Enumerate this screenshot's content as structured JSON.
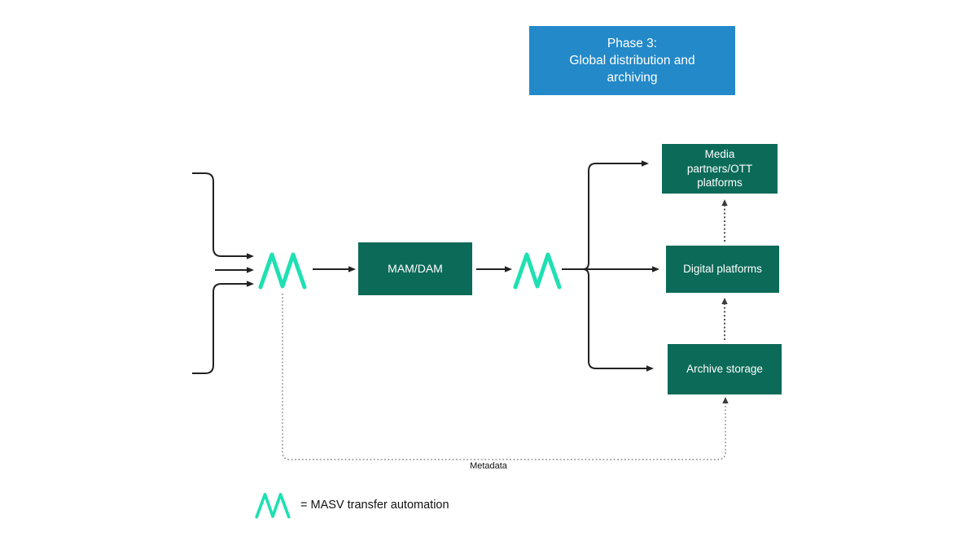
{
  "colors": {
    "header_blue": "#2389C9",
    "node_green": "#0C6A59",
    "masv_teal": "#1EE0B2",
    "line_dark": "#222222",
    "dotted_gray": "#8F8F8F",
    "text_white": "#FFFFFF",
    "text_black": "#111111"
  },
  "header": {
    "label": "Phase 3:\nGlobal distribution and\narchiving"
  },
  "nodes": {
    "mam_dam": {
      "label": "MAM/DAM"
    },
    "media_partners": {
      "label": "Media\npartners/OTT\nplatforms"
    },
    "digital_platforms": {
      "label": "Digital platforms"
    },
    "archive_storage": {
      "label": "Archive storage"
    }
  },
  "edges": {
    "metadata_label": "Metadata"
  },
  "legend": {
    "icon": "masv-zigzag-logo",
    "label": "= MASV transfer automation"
  }
}
